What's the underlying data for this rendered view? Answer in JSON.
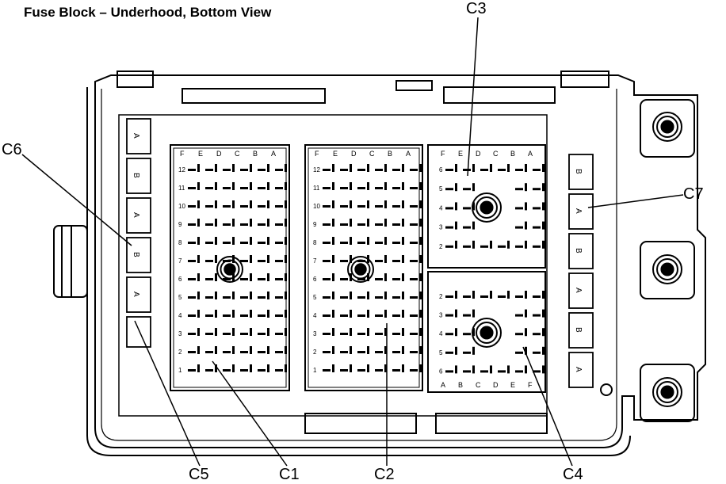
{
  "title": "Fuse Block – Underhood, Bottom View",
  "callouts": {
    "c1": "C1",
    "c2": "C2",
    "c3": "C3",
    "c4": "C4",
    "c5": "C5",
    "c6": "C6",
    "c7": "C7"
  },
  "connector_labels": {
    "columns": [
      "F",
      "E",
      "D",
      "C",
      "B",
      "A"
    ],
    "c1_rows": [
      "12",
      "11",
      "10",
      "9",
      "8",
      "7",
      "6",
      "5",
      "4",
      "3",
      "2",
      "1"
    ],
    "c2_rows": [
      "12",
      "11",
      "10",
      "9",
      "8",
      "7",
      "6",
      "5",
      "4",
      "3",
      "2",
      "1"
    ],
    "c3_rows": [
      "6",
      "5",
      "4",
      "3",
      "2"
    ],
    "c4_rows": [
      "2",
      "3",
      "4",
      "5",
      "6"
    ],
    "c4_columns": [
      "A",
      "B",
      "C",
      "D",
      "E",
      "F"
    ],
    "side_pins": [
      "A",
      "B"
    ]
  }
}
